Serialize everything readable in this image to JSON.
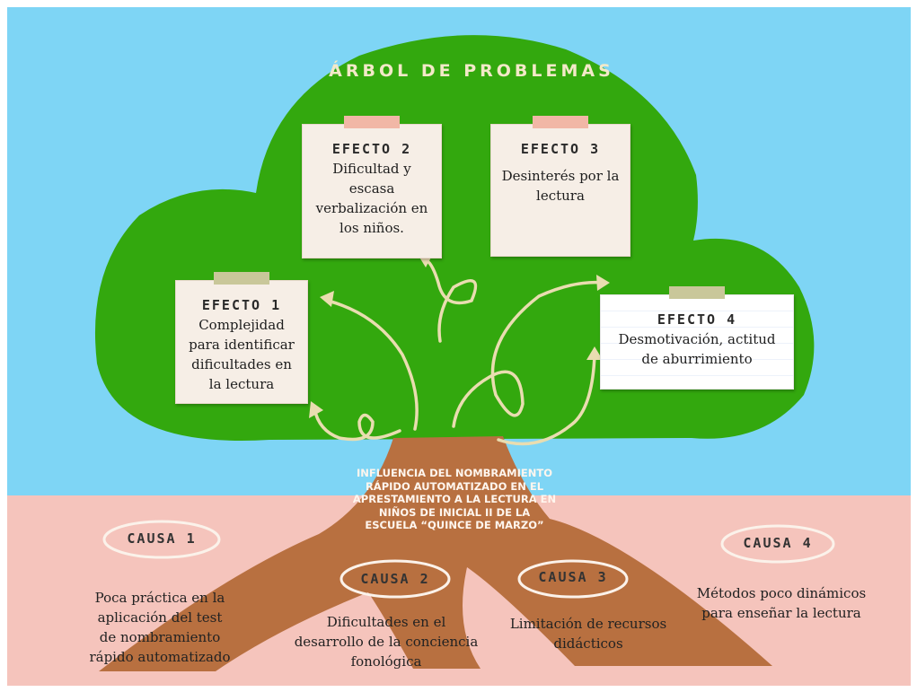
{
  "title": "ÁRBOL DE PROBLEMAS",
  "colors": {
    "sky": "#7ed5f5",
    "foliage": "#33a80e",
    "ground": "#f5c4bc",
    "trunk": "#b87040",
    "arrow": "#e9ddb0",
    "note_beige": "#f6eee6",
    "tape_green": "#c9c79a",
    "tape_pink": "#f1b7a6"
  },
  "effects": [
    {
      "heading": "EFECTO 1",
      "text": "Complejidad para identificar dificultades en la lectura"
    },
    {
      "heading": "EFECTO 2",
      "text": "Dificultad y escasa verbalización en los niños."
    },
    {
      "heading": "EFECTO 3",
      "text": "Desinterés por la lectura"
    },
    {
      "heading": "EFECTO 4",
      "text": "Desmotivación, actitud de aburrimiento"
    }
  ],
  "problem": "INFLUENCIA DEL NOMBRAMIENTO RÁPIDO AUTOMATIZADO EN EL APRESTAMIENTO A LA LECTURA EN NIÑOS DE INICIAL II DE LA ESCUELA “QUINCE DE MARZO”",
  "causes": [
    {
      "label": "CAUSA 1",
      "text": "Poca práctica en la aplicación del test de nombramiento rápido automatizado"
    },
    {
      "label": "CAUSA 2",
      "text": "Dificultades en el desarrollo de la conciencia fonológica"
    },
    {
      "label": "CAUSA 3",
      "text": "Limitación de recursos didácticos"
    },
    {
      "label": "CAUSA 4",
      "text": "Métodos poco dinámicos para enseñar la lectura"
    }
  ]
}
